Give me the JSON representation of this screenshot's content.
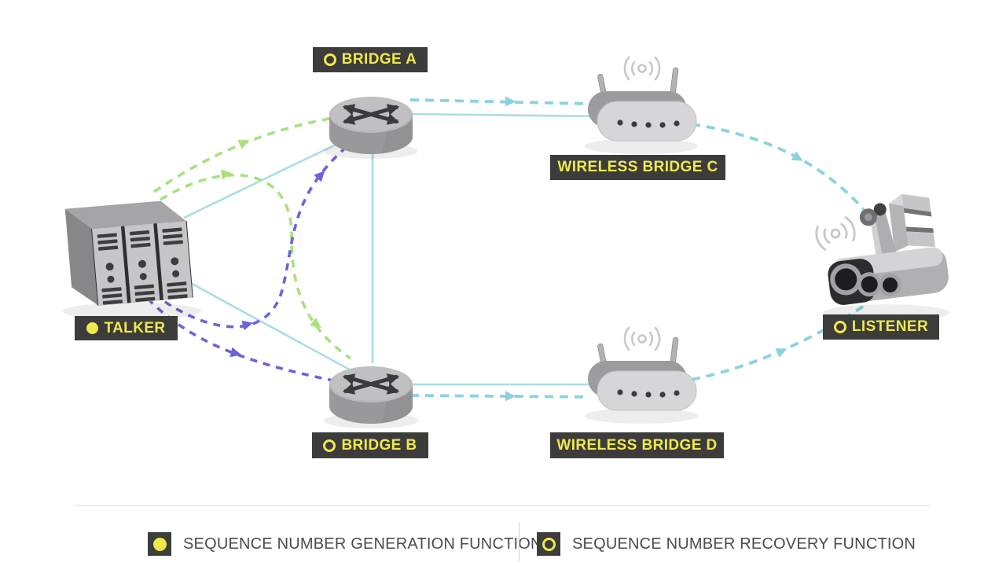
{
  "diagram": {
    "nodes": [
      {
        "id": "bridge-a",
        "label": "BRIDGE A",
        "marker": "ring",
        "device": "router"
      },
      {
        "id": "bridge-b",
        "label": "BRIDGE B",
        "marker": "ring",
        "device": "router"
      },
      {
        "id": "talker",
        "label": "TALKER",
        "marker": "filled",
        "device": "server-stack"
      },
      {
        "id": "wireless-bridge-c",
        "label": "WIRELESS BRIDGE C",
        "marker": "none",
        "device": "wireless-access-point"
      },
      {
        "id": "wireless-bridge-d",
        "label": "WIRELESS BRIDGE D",
        "marker": "none",
        "device": "wireless-access-point"
      },
      {
        "id": "listener",
        "label": "LISTENER",
        "marker": "ring",
        "device": "robot"
      }
    ],
    "connections": [
      {
        "from": "TALKER",
        "to": "BRIDGE A",
        "style": "solid",
        "color": "#aadde2",
        "kind": "wired-link"
      },
      {
        "from": "TALKER",
        "to": "BRIDGE B",
        "style": "solid",
        "color": "#aadde2",
        "kind": "wired-link"
      },
      {
        "from": "BRIDGE A",
        "to": "BRIDGE B",
        "style": "solid",
        "color": "#aadde2",
        "kind": "wired-link"
      },
      {
        "from": "BRIDGE A",
        "to": "WIRELESS BRIDGE C",
        "style": "solid",
        "color": "#aadde2",
        "kind": "wired-link"
      },
      {
        "from": "BRIDGE B",
        "to": "WIRELESS BRIDGE D",
        "style": "solid",
        "color": "#aadde2",
        "kind": "wired-link"
      },
      {
        "from": "TALKER",
        "to": "BRIDGE A",
        "style": "dashed-arrow",
        "color": "#a8e180",
        "kind": "replicated-stream-green"
      },
      {
        "from": "TALKER",
        "to": "BRIDGE B",
        "style": "dashed-arrow",
        "color": "#a8e180",
        "kind": "replicated-stream-green"
      },
      {
        "from": "TALKER",
        "to": "BRIDGE A",
        "style": "dashed-arrow",
        "color": "#6c63d8",
        "kind": "replicated-stream-purple"
      },
      {
        "from": "TALKER",
        "to": "BRIDGE B",
        "style": "dashed-arrow",
        "color": "#6c63d8",
        "kind": "replicated-stream-purple"
      },
      {
        "from": "BRIDGE A",
        "to": "WIRELESS BRIDGE C",
        "style": "dashed-arrow",
        "color": "#8ad3de",
        "kind": "stream-path"
      },
      {
        "from": "WIRELESS BRIDGE C",
        "to": "LISTENER",
        "style": "dashed-arrow",
        "color": "#8ad3de",
        "kind": "stream-path"
      },
      {
        "from": "BRIDGE B",
        "to": "WIRELESS BRIDGE D",
        "style": "dashed-arrow",
        "color": "#8ad3de",
        "kind": "stream-path"
      },
      {
        "from": "WIRELESS BRIDGE D",
        "to": "LISTENER",
        "style": "dashed-arrow",
        "color": "#8ad3de",
        "kind": "stream-path"
      }
    ]
  },
  "legend": {
    "items": [
      {
        "marker": "filled-yellow-circle",
        "label": "SEQUENCE NUMBER GENERATION FUNCTION"
      },
      {
        "marker": "ring-yellow-circle",
        "label": "SEQUENCE NUMBER RECOVERY FUNCTION"
      }
    ]
  },
  "colors": {
    "background": "#ffffff",
    "label_bg": "#3c3c3b",
    "label_text": "#efe94d",
    "marker_yellow": "#efe94d",
    "wired_link": "#aadde2",
    "stream_path_cyan": "#8ad3de",
    "stream_green": "#a8e180",
    "stream_purple": "#6c63d8",
    "legend_text": "#4b4b4b",
    "device_gray": "#b4b4b6"
  }
}
